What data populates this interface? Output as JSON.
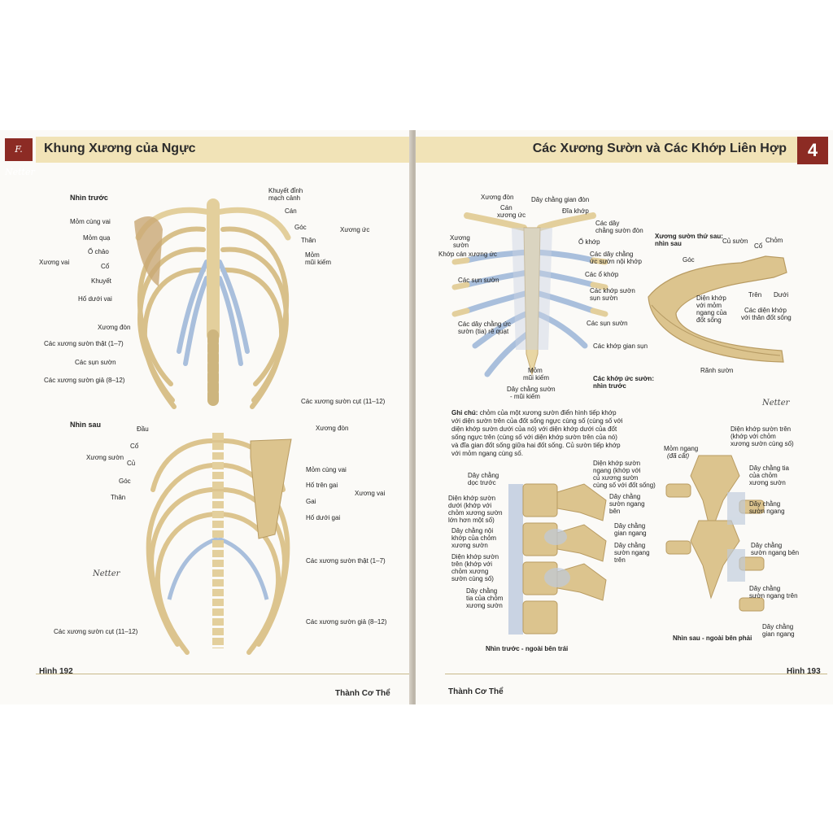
{
  "left_page": {
    "logo": "F. Netter",
    "header_title": "Khung Xương của Ngực",
    "anterior": {
      "view_title": "Nhìn trước",
      "labels": {
        "khuyet": "Khuyết đỉnh",
        "khuyet2": "mạch cảnh",
        "can": "Cán",
        "goc": "Góc",
        "than": "Thân",
        "mom_mui_kiem": "Mỏm",
        "mom_mui_kiem2": "mũi kiếm",
        "xuong_uc": "Xương ức",
        "mom_cung_vai": "Mỏm cùng vai",
        "mom_qua": "Mỏm quạ",
        "o_chao": "Ổ chảo",
        "co": "Cổ",
        "khuyet_vai": "Khuyết",
        "ho_duoi_vai": "Hố dưới vai",
        "xuong_vai": "Xương vai",
        "xuong_don": "Xương đòn",
        "suon_that": "Các xương sườn thật (1–7)",
        "sun_suon": "Các sụn sườn",
        "suon_gia": "Các xương sườn giả (8–12)",
        "suon_cut": "Các xương sườn cụt (11–12)"
      }
    },
    "posterior": {
      "view_title": "Nhìn sau",
      "labels": {
        "dau": "Đầu",
        "co": "Cổ",
        "cu": "Củ",
        "goc": "Góc",
        "than": "Thân",
        "xuong_suon": "Xương sườn",
        "xuong_don": "Xương đòn",
        "mom_cung_vai": "Mỏm cùng vai",
        "ho_tren_gai": "Hố trên gai",
        "gai": "Gai",
        "ho_duoi_gai": "Hố dưới gai",
        "xuong_vai": "Xương vai",
        "suon_that": "Các xương sườn thật (1–7)",
        "suon_gia": "Các xương sườn giả (8–12)",
        "suon_cut": "Các xương sườn cụt (11–12)"
      }
    },
    "footer_left": "Hình 192",
    "footer_right": "Thành Cơ Thể"
  },
  "right_page": {
    "header_title": "Các Xương Sườn và Các Khớp Liên Hợp",
    "chapter_number": "4",
    "sternal": {
      "labels": {
        "xuong_don": "Xương đòn",
        "day_chang_gian_don": "Dây chằng gian đòn",
        "can_xuong_uc": "Cán",
        "can_xuong_uc2": "xương ức",
        "dia_khop": "Đĩa khớp",
        "day_chang_suon_don": "Các dây",
        "day_chang_suon_don2": "chằng sườn đòn",
        "xuong_suon": "Xương",
        "xuong_suon2": "sườn",
        "o_khop": "Ổ khớp",
        "khop_can_xuong_uc": "Khớp cán xương ức",
        "day_chang_noi_khop": "Các dây chằng",
        "day_chang_noi_khop2": "ức sườn nội khớp",
        "sun_suon": "Các sụn sườn",
        "cac_o_khop": "Các ổ khớp",
        "khop_suon_sun_suon": "Các khớp sườn",
        "khop_suon_sun_suon2": "sụn sườn",
        "day_chang_tia": "Các dây chằng ức",
        "day_chang_tia2": "sườn (tia) rẽ quạt",
        "cac_sun_suon": "Các sụn sườn",
        "khop_gian_sun": "Các khớp gian sụn",
        "mom_mui_kiem": "Mỏm",
        "mom_mui_kiem2": "mũi kiếm",
        "day_chang_mui_kiem": "Dây chằng sườn",
        "day_chang_mui_kiem2": "- mũi kiếm",
        "caption": "Các khớp ức sườn:",
        "caption2": "nhìn trước"
      }
    },
    "rib8": {
      "title": "Xương sườn thứ sau:",
      "title2": "nhìn sau",
      "labels": {
        "cu_suon": "Củ sườn",
        "co": "Cổ",
        "chom": "Chỏm",
        "goc": "Góc",
        "dien_khop_mom_ngang": "Diện khớp",
        "dien_khop_mom_ngang2": "với mỏm",
        "dien_khop_mom_ngang3": "ngang của",
        "dien_khop_mom_ngang4": "đốt sống",
        "tren": "Trên",
        "duoi": "Dưới",
        "dien_khop_than": "Các diện khớp",
        "dien_khop_than2": "với thân đốt sống",
        "ranh_suon": "Rãnh sườn"
      }
    },
    "note": {
      "heading": "Ghi chú:",
      "text": "chỏm của một xương sườn điển hình tiếp khớp với diện sườn trên của đốt sống ngực cùng số (cùng số với diện khớp sườn dưới của nó) với diện khớp dưới của đốt sống ngực trên (cùng số với diện khớp sườn trên của nó) và đĩa gian đốt sống giữa hai đốt sống. Củ sườn tiếp khớp với mỏm ngang cùng số."
    },
    "lateral": {
      "labels": {
        "doc_truoc": "Dây chằng",
        "doc_truoc2": "dọc trước",
        "dien_khop_duoi": "Diện khớp sườn",
        "dien_khop_duoi2": "dưới (khớp với",
        "dien_khop_duoi3": "chỏm xương sườn",
        "dien_khop_duoi4": "lớn hơn một số)",
        "noi_khop": "Dây chằng nội",
        "noi_khop2": "khớp của chỏm",
        "noi_khop3": "xương sườn",
        "dien_khop_tren": "Diện khớp sườn",
        "dien_khop_tren2": "trên (khớp với",
        "dien_khop_tren3": "chỏm xương",
        "dien_khop_tren4": "sườn cùng số)",
        "tia_chom": "Dây chằng",
        "tia_chom2": "tia của chỏm",
        "tia_chom3": "xương sườn",
        "dk_ngang": "Diện khớp sườn",
        "dk_ngang2": "ngang (khớp với",
        "dk_ngang3": "củ xương sườn",
        "dk_ngang4": "cùng số với đốt sống)",
        "suon_ngang_ben": "Dây chằng",
        "suon_ngang_ben2": "sườn ngang",
        "suon_ngang_ben3": "bên",
        "gian_ngang": "Dây chằng",
        "gian_ngang2": "gian ngang",
        "suon_ngang_tren": "Dây chằng",
        "suon_ngang_tren2": "sườn ngang",
        "suon_ngang_tren3": "trên",
        "caption": "Nhìn trước - ngoài bên trái"
      }
    },
    "posterior_right": {
      "labels": {
        "dk_suon_tren": "Diện khớp sườn trên",
        "dk_suon_tren2": "(khớp với chỏm",
        "dk_suon_tren3": "xương sườn cùng số)",
        "mom_ngang": "Mỏm ngang",
        "mom_ngang2": "(đã cắt)",
        "tia": "Dây chằng tia",
        "tia2": "của chỏm",
        "tia3": "xương sườn",
        "suon_ngang": "Dây chằng",
        "suon_ngang2": "sườn ngang",
        "suon_ngang_ben": "Dây chằng",
        "suon_ngang_ben2": "sườn ngang bên",
        "suon_ngang_tren": "Dây chằng",
        "suon_ngang_tren2": "sườn ngang trên",
        "gian_ngang": "Dây chằng",
        "gian_ngang2": "gian ngang",
        "caption": "Nhìn sau - ngoài bên phải"
      }
    },
    "footer_left": "Thành Cơ Thể",
    "footer_right": "Hình 193"
  },
  "colors": {
    "header_band": "#f1e3b7",
    "chapter_box": "#8c2b24",
    "bone": "#e3cf9c",
    "cartilage": "#a9bfdc"
  }
}
